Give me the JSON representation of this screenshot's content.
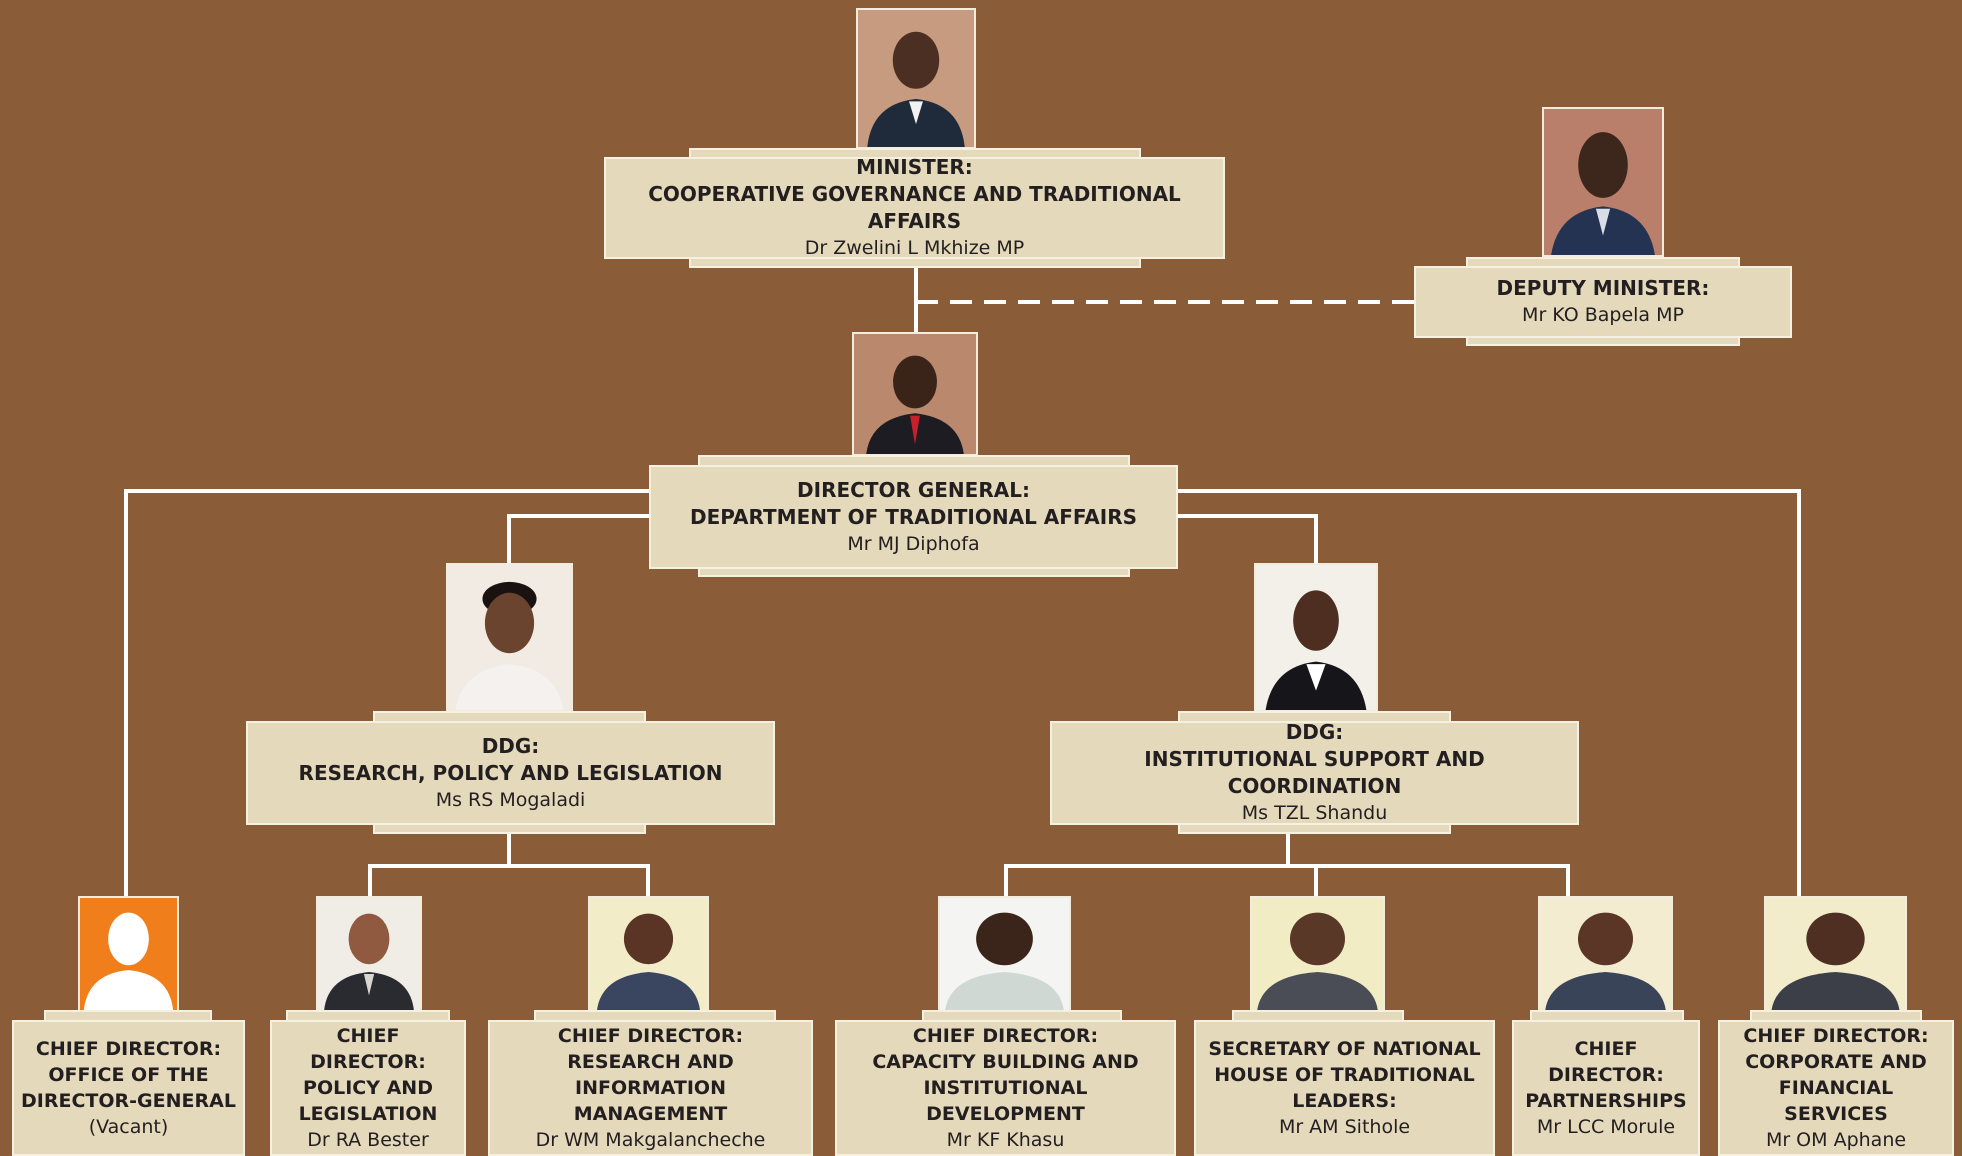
{
  "minister": {
    "role": "MINISTER:",
    "dept": "COOPERATIVE GOVERNANCE AND TRADITIONAL AFFAIRS",
    "name": "Dr Zwelini L Mkhize MP"
  },
  "deputy_minister": {
    "role": "DEPUTY MINISTER:",
    "name": "Mr KO Bapela MP"
  },
  "director_general": {
    "role": "DIRECTOR GENERAL:",
    "dept": "DEPARTMENT OF TRADITIONAL AFFAIRS",
    "name": "Mr MJ Diphofa"
  },
  "ddg_research": {
    "role": "DDG:",
    "dept": "RESEARCH, POLICY AND LEGISLATION",
    "name": "Ms RS Mogaladi"
  },
  "ddg_institutional": {
    "role": "DDG:",
    "dept": "INSTITUTIONAL SUPPORT AND COORDINATION",
    "name": "Ms TZL Shandu"
  },
  "chief_directors": [
    {
      "title": "CHIEF DIRECTOR:\nOFFICE OF THE\nDIRECTOR-GENERAL",
      "name": "(Vacant)"
    },
    {
      "title": "CHIEF DIRECTOR:\nPOLICY AND\nLEGISLATION",
      "name": "Dr RA Bester"
    },
    {
      "title": "CHIEF DIRECTOR:\nRESEARCH AND\nINFORMATION MANAGEMENT",
      "name": "Dr WM Makgalancheche"
    },
    {
      "title": "CHIEF DIRECTOR:\nCAPACITY BUILDING AND\nINSTITUTIONAL DEVELOPMENT",
      "name": "Mr KF Khasu"
    },
    {
      "title": "SECRETARY OF NATIONAL\nHOUSE OF TRADITIONAL\nLEADERS:",
      "name": "Mr AM Sithole"
    },
    {
      "title": "CHIEF\nDIRECTOR:\nPARTNERSHIPS",
      "name": "Mr LCC Morule"
    },
    {
      "title": "CHIEF DIRECTOR:\nCORPORATE AND\nFINANCIAL SERVICES",
      "name": "Mr OM Aphane"
    }
  ],
  "colors": {
    "background": "#8a5d38",
    "box": "#e5d9bb",
    "line": "#ffffff",
    "vacant_photo": "#f07e1b"
  }
}
